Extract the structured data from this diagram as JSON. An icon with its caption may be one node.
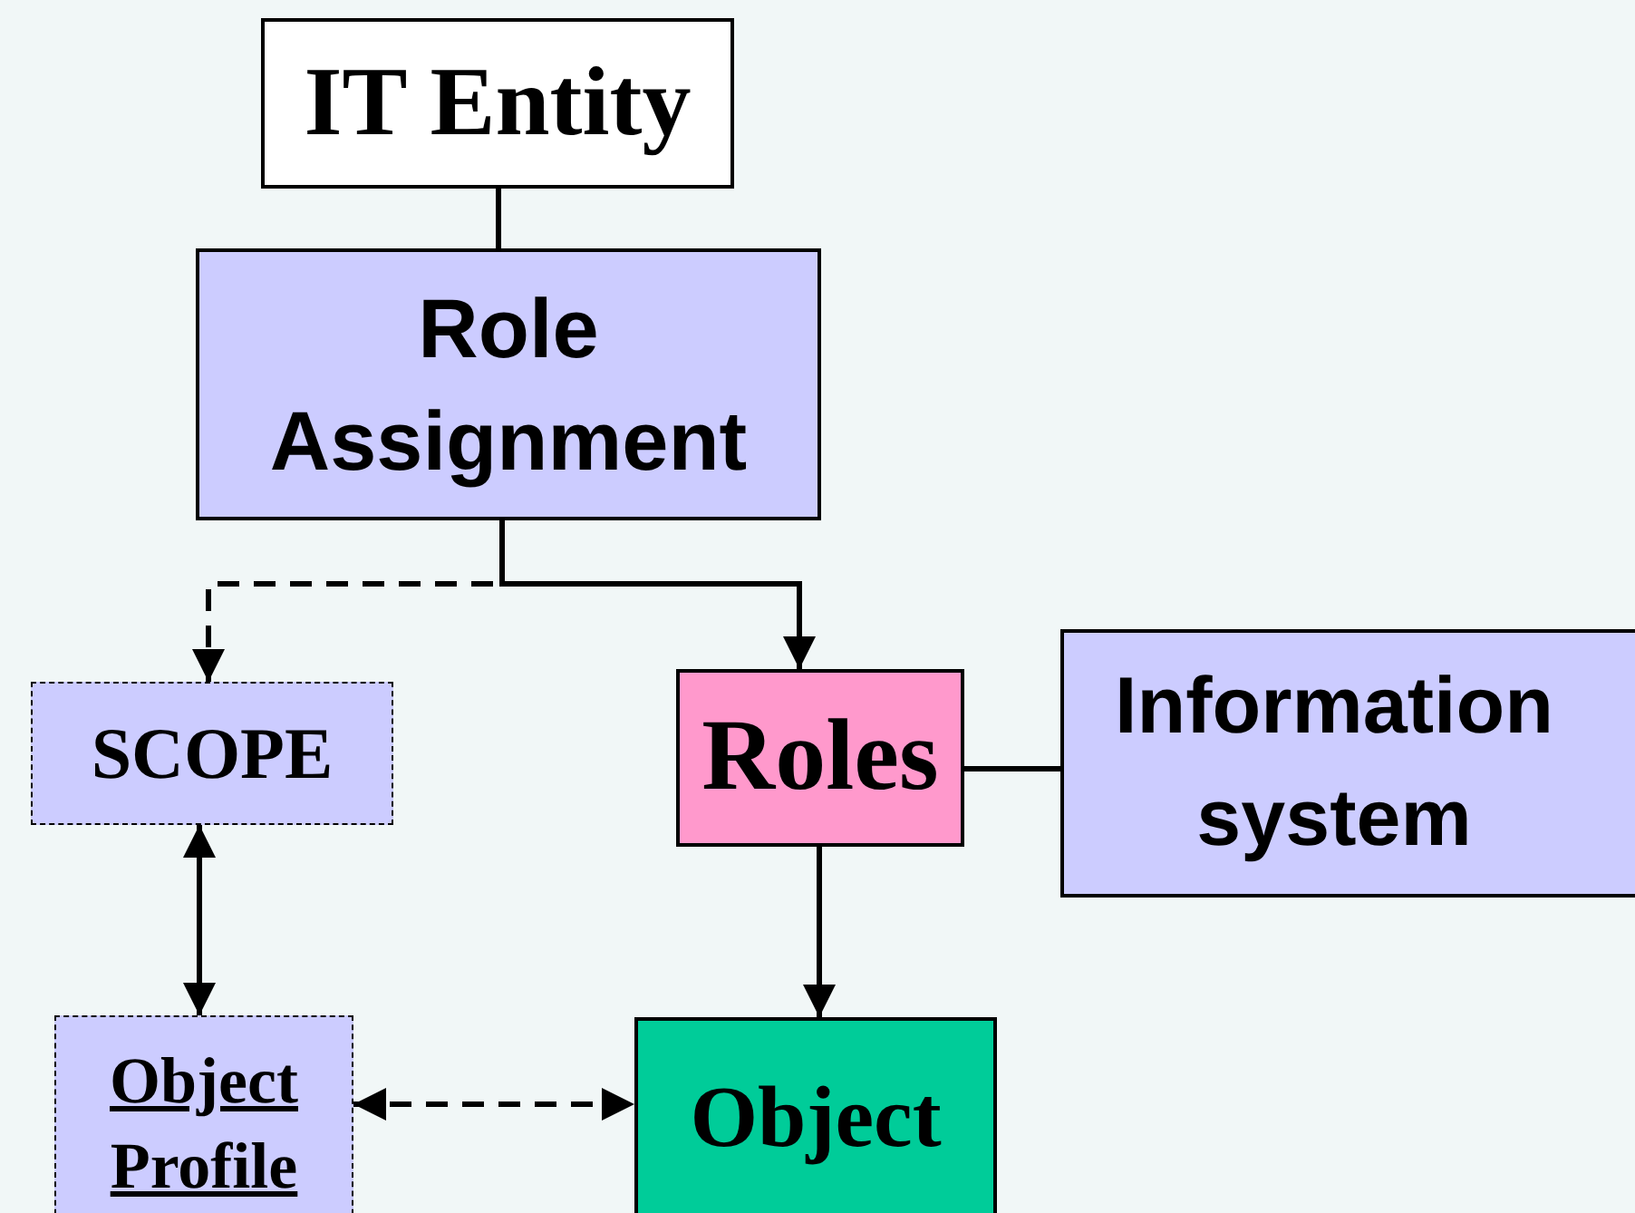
{
  "diagram": {
    "nodes": [
      {
        "text": [
          "IT Entity"
        ]
      },
      {
        "text": [
          "Role Assignment"
        ]
      },
      {
        "text": [
          "SCOPE"
        ]
      },
      {
        "text": [
          "Roles"
        ]
      },
      {
        "text": [
          "Information system"
        ]
      },
      {
        "text": [
          "Object Profile"
        ]
      },
      {
        "text": [
          "Object"
        ]
      }
    ],
    "edges": [
      {
        "from": 0,
        "to": 1,
        "arrow": "none"
      },
      {
        "from": 1,
        "to": 2,
        "arrow": "to",
        "style": "dashed"
      },
      {
        "from": 1,
        "to": 3,
        "arrow": "to"
      },
      {
        "from": 3,
        "to": 4,
        "arrow": "none"
      },
      {
        "from": 2,
        "to": 5,
        "arrow": "both"
      },
      {
        "from": 3,
        "to": 6,
        "arrow": "to"
      },
      {
        "from": 5,
        "to": 6,
        "arrow": "both",
        "style": "dashed"
      }
    ]
  }
}
